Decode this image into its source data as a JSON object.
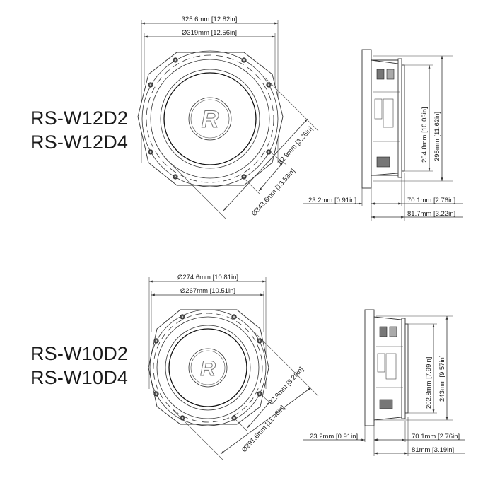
{
  "diagrams": [
    {
      "models": [
        "RS-W12D2",
        "RS-W12D4"
      ],
      "front_view": {
        "overall_width": "325.6mm [12.82in]",
        "cutout_diameter": "Ø319mm [12.56in]",
        "diagonal_overall": "Ø343.6mm [13.53in]",
        "mount_offset": "82.9mm [3.26in]"
      },
      "side_view": {
        "inner_height": "254.8mm [10.03in]",
        "outer_height": "295mm [11.62in]",
        "flange_depth": "23.2mm [0.91in]",
        "mount_depth": "70.1mm [2.76in]",
        "total_depth": "81.7mm [3.22in]"
      }
    },
    {
      "models": [
        "RS-W10D2",
        "RS-W10D4"
      ],
      "front_view": {
        "overall_width": "Ø274.6mm [10.81in]",
        "cutout_diameter": "Ø267mm [10.51in]",
        "diagonal_overall": "Ø291.6mm [11.48in]",
        "mount_offset": "82.9mm [3.26in]"
      },
      "side_view": {
        "inner_height": "202.8mm [7.99in]",
        "outer_height": "243mm [9.57in]",
        "flange_depth": "23.2mm [0.91in]",
        "mount_depth": "70.1mm [2.76in]",
        "total_depth": "81mm [3.19in]"
      }
    }
  ],
  "logo_glyph": "R"
}
